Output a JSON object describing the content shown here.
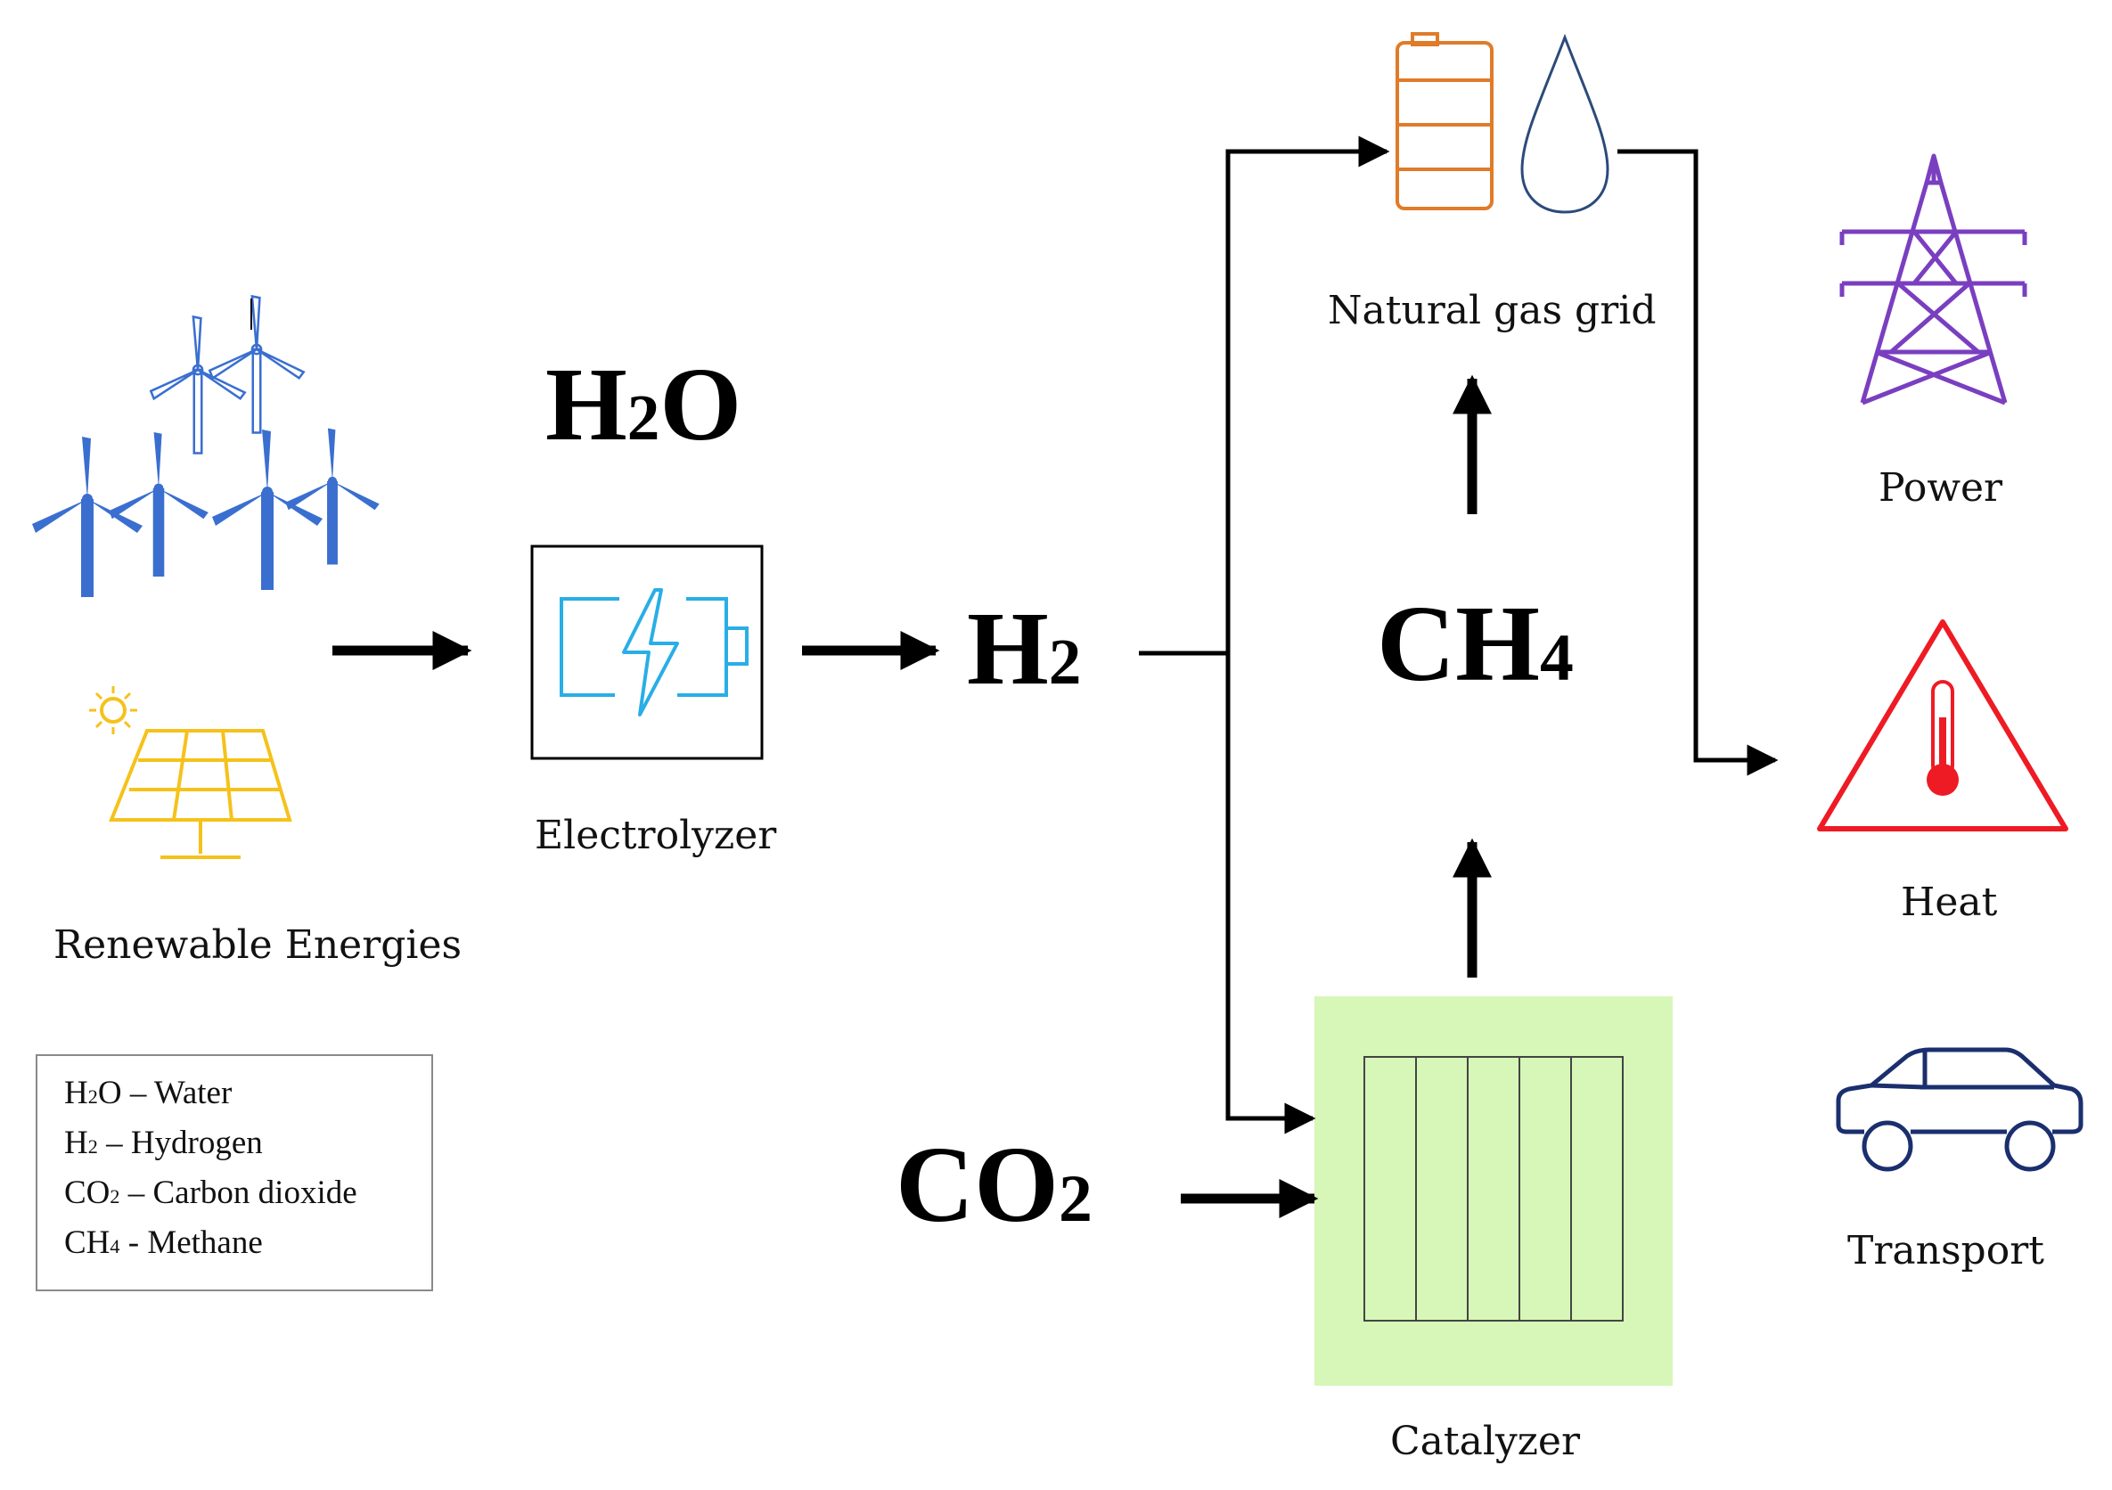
{
  "labels": {
    "renewable": "Renewable Energies",
    "electrolyzer": "Electrolyzer",
    "natural_gas_grid": "Natural gas grid",
    "catalyzer": "Catalyzer",
    "power": "Power",
    "heat": "Heat",
    "transport": "Transport"
  },
  "formulas": {
    "h2o": {
      "base": "H",
      "sub": "2",
      "tail": "O"
    },
    "h2": {
      "base": "H",
      "sub": "2"
    },
    "ch4": {
      "base": "CH",
      "sub": "4"
    },
    "co2": {
      "base": "CO",
      "sub": "2"
    }
  },
  "legend": [
    {
      "base": "H",
      "sub": "2",
      "tail": "O",
      "desc": " – Water"
    },
    {
      "base": "H",
      "sub": "2",
      "tail": "",
      "desc": " – Hydrogen"
    },
    {
      "base": "CO",
      "sub": "2",
      "tail": "",
      "desc": " – Carbon dioxide"
    },
    {
      "base": "CH",
      "sub": "4",
      "tail": "",
      "desc": " - Methane"
    }
  ],
  "colors": {
    "wind": "#3a6fd0",
    "solar": "#f5c21b",
    "battery": "#29aee6",
    "barrel": "#e07b2a",
    "drop": "#2c4a7a",
    "tower": "#7a3fc0",
    "heat": "#ee1b24",
    "car": "#1b2f6e",
    "catalyzer_fill": "#d6f7b8"
  },
  "icons": [
    "wind-turbine-icon",
    "solar-panel-icon",
    "battery-charging-icon",
    "oil-barrel-icon",
    "gas-drop-icon",
    "power-tower-icon",
    "heat-warning-icon",
    "car-icon"
  ]
}
